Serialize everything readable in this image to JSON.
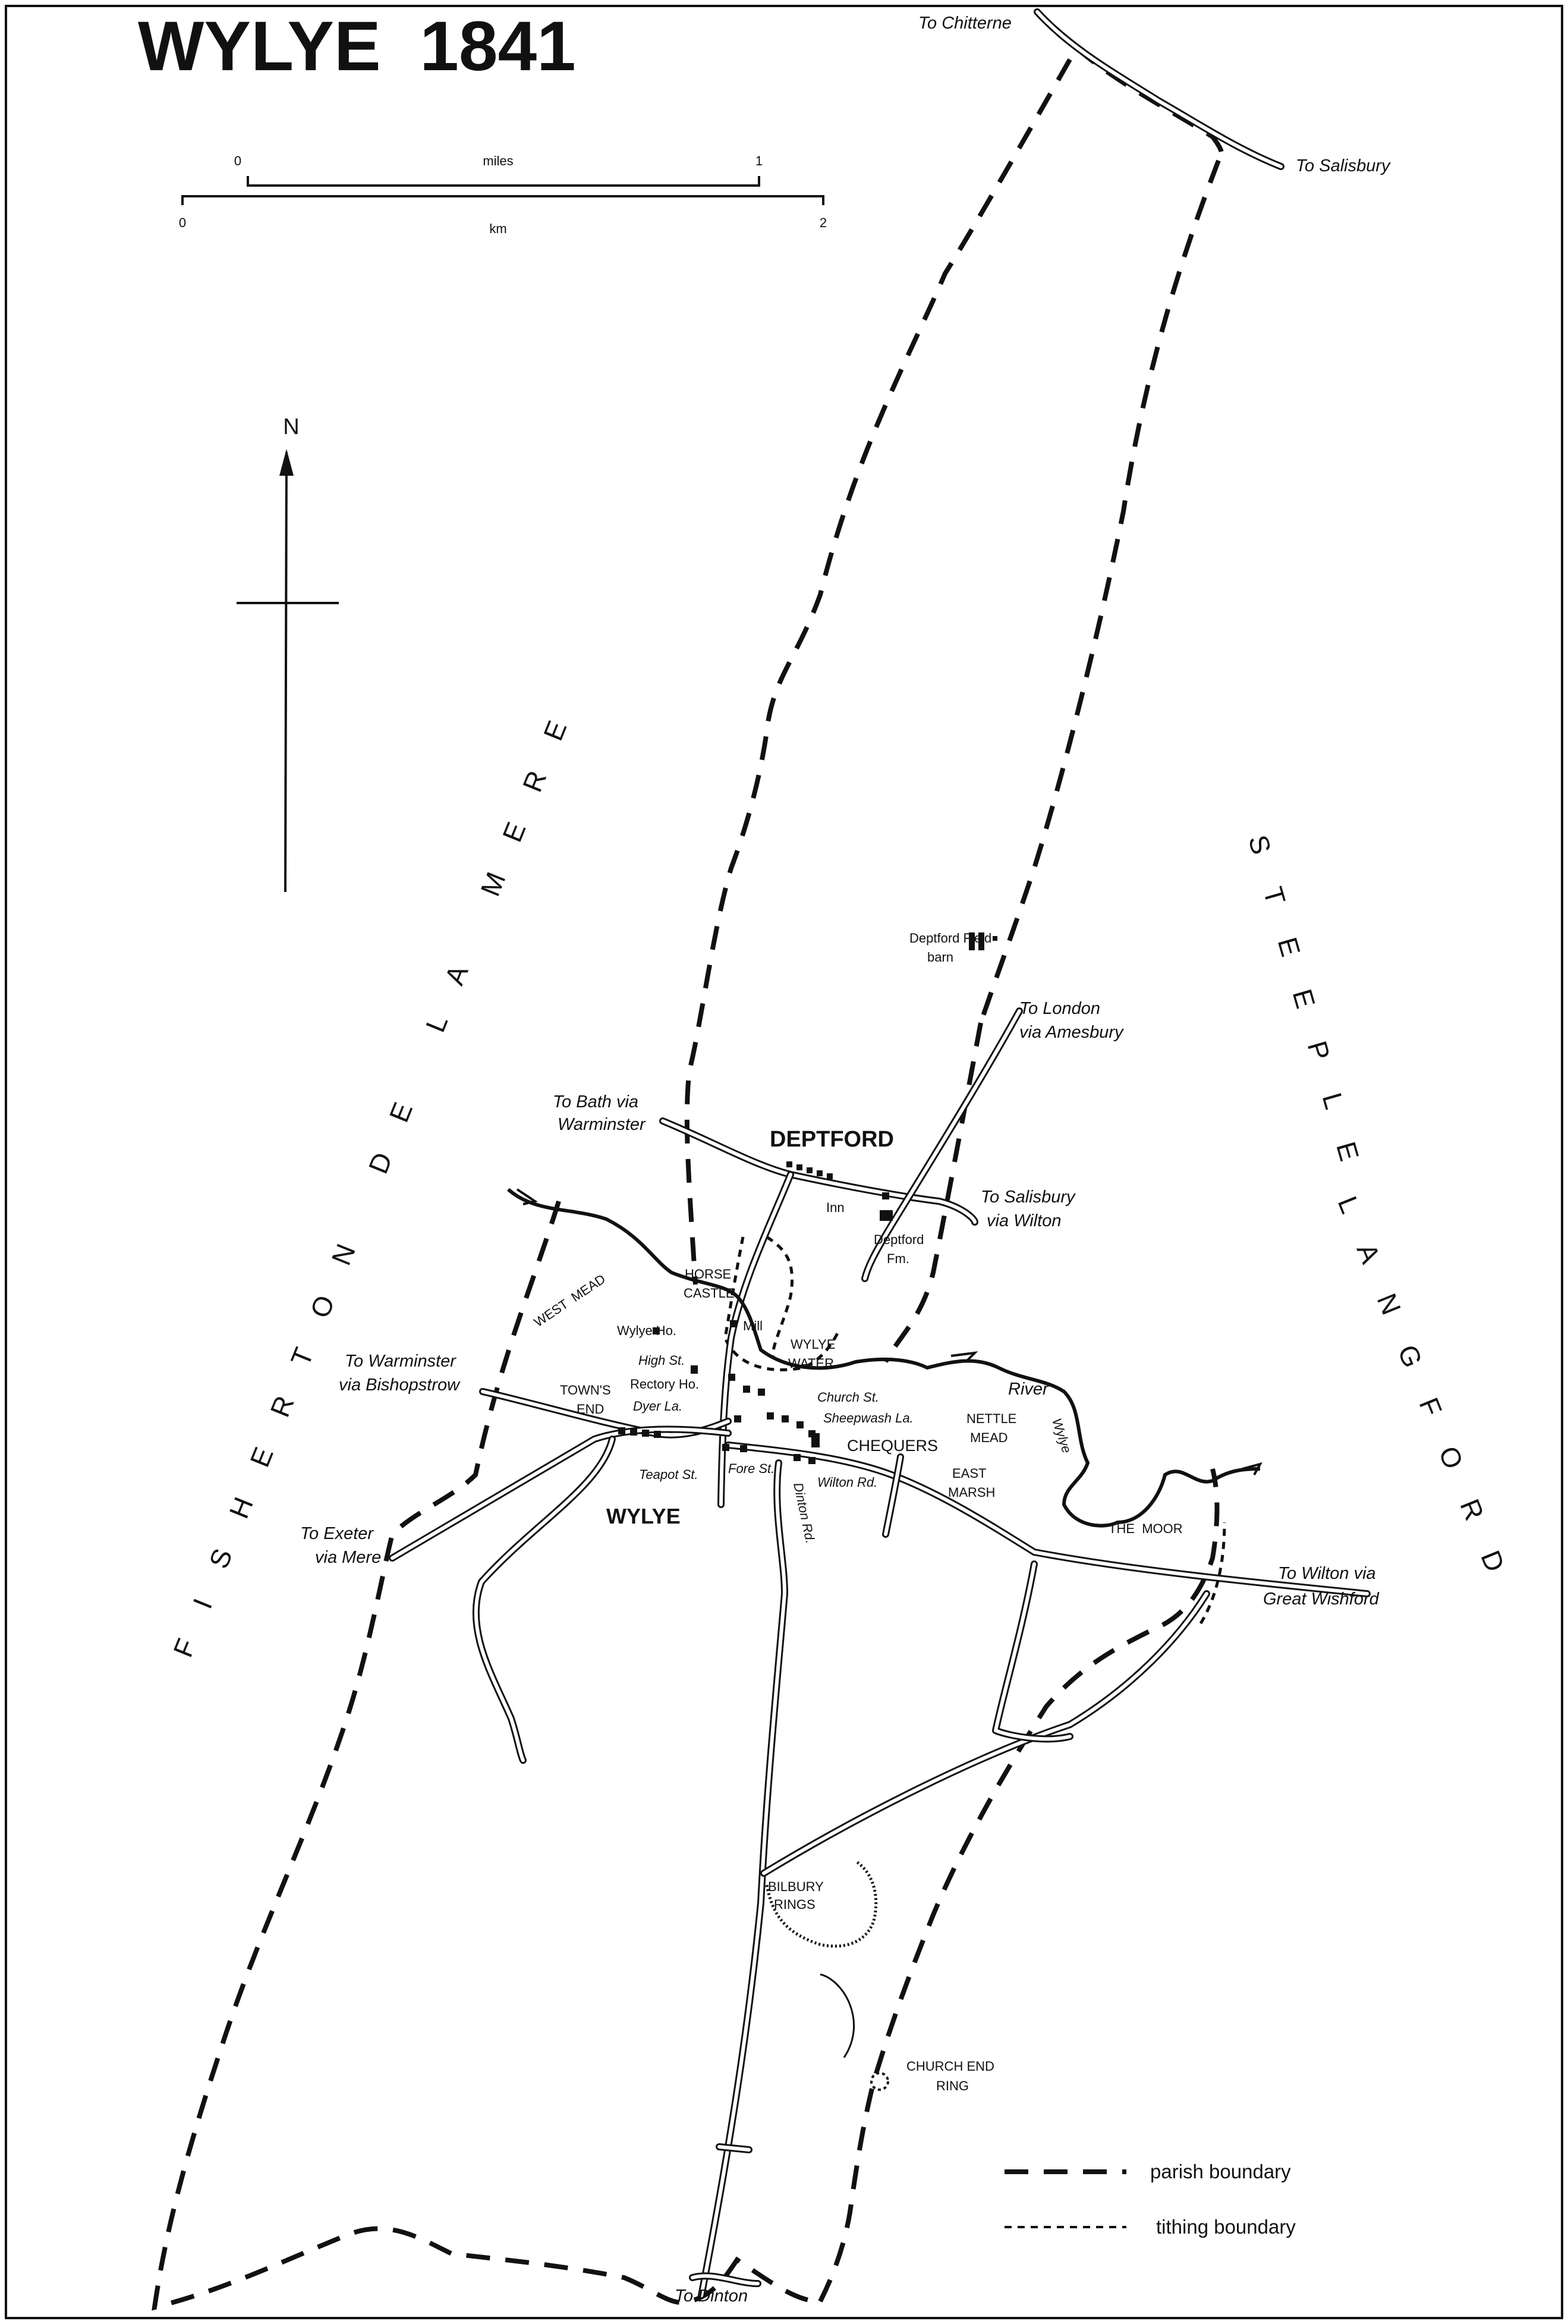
{
  "map": {
    "title": "WYLYE  1841",
    "scale": {
      "miles_label": "miles",
      "miles_0": "0",
      "miles_1": "1",
      "km_label": "km",
      "km_0": "0",
      "km_2": "2"
    },
    "north_label": "N",
    "parishes": {
      "fisherton": "FISHERTON DE LA MERE",
      "steeple": "STEEPLE",
      "langford": "LANGFORD"
    },
    "roads": {
      "chitterne": "To Chitterne",
      "salisbury_top": "To Salisbury",
      "london_1": "To London",
      "london_2": "via Amesbury",
      "bath_1": "To Bath via",
      "bath_2": "Warminster",
      "salisbury_wilton_1": "To Salisbury",
      "salisbury_wilton_2": "via Wilton",
      "warminster_1": "To Warminster",
      "warminster_2": "via Bishopstrow",
      "exeter_1": "To Exeter",
      "exeter_2": "via Mere",
      "wilton_1": "To Wilton via",
      "wilton_2": "Great Wishford",
      "dinton": "To Dinton"
    },
    "places": {
      "deptford": "DEPTFORD",
      "deptford_field_1": "Deptford Field",
      "deptford_field_2": "barn",
      "inn": "Inn",
      "deptford_fm_1": "Deptford",
      "deptford_fm_2": "Fm.",
      "horse_1": "HORSE",
      "horse_2": "CASTLE",
      "west_mead": "WEST  MEAD",
      "wylye_ho": "Wylye Ho.",
      "mill": "Mill",
      "wylye_water_1": "WYLYE",
      "wylye_water_2": "WATER",
      "high_st": "High St.",
      "rectory": "Rectory Ho.",
      "towns_end_1": "TOWN'S",
      "towns_end_2": "END",
      "dyer_la": "Dyer La.",
      "church_st": "Church St.",
      "sheepwash": "Sheepwash La.",
      "chequers": "CHEQUERS",
      "teapot": "Teapot St.",
      "fore_st": "Fore St.",
      "wilton_rd": "Wilton Rd.",
      "wylye": "WYLYE",
      "dinton_rd": "Dinton Rd.",
      "east_marsh_1": "EAST",
      "east_marsh_2": "MARSH",
      "nettle_1": "NETTLE",
      "nettle_2": "MEAD",
      "river_1": "River",
      "river_2": "Wylye",
      "the_moor": "THE  MOOR",
      "bilbury_1": "BILBURY",
      "bilbury_2": "RINGS",
      "church_end_1": "CHURCH END",
      "church_end_2": "RING"
    },
    "legend": {
      "parish": "parish boundary",
      "tithing": "tithing boundary"
    }
  }
}
